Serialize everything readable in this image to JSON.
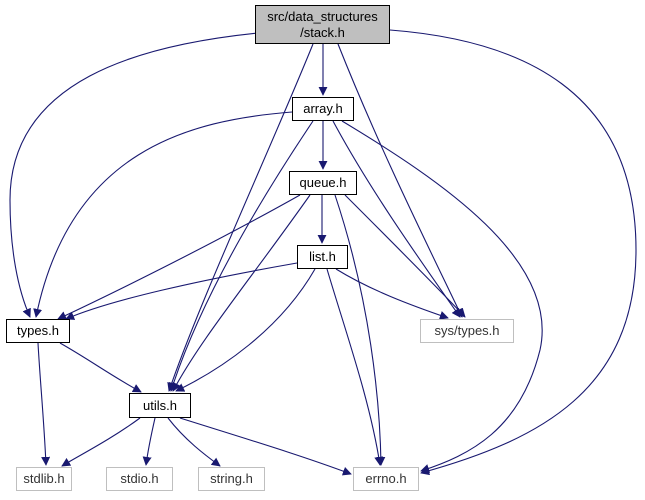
{
  "graph": {
    "nodes": [
      {
        "id": "stack",
        "lines": [
          "src/data_structures",
          "/stack.h"
        ],
        "kind": "root"
      },
      {
        "id": "array",
        "lines": [
          "array.h"
        ],
        "kind": "local"
      },
      {
        "id": "queue",
        "lines": [
          "queue.h"
        ],
        "kind": "local"
      },
      {
        "id": "list",
        "lines": [
          "list.h"
        ],
        "kind": "local"
      },
      {
        "id": "types",
        "lines": [
          "types.h"
        ],
        "kind": "local"
      },
      {
        "id": "utils",
        "lines": [
          "utils.h"
        ],
        "kind": "local"
      },
      {
        "id": "systypes",
        "lines": [
          "sys/types.h"
        ],
        "kind": "system"
      },
      {
        "id": "stdlib",
        "lines": [
          "stdlib.h"
        ],
        "kind": "system"
      },
      {
        "id": "stdio",
        "lines": [
          "stdio.h"
        ],
        "kind": "system"
      },
      {
        "id": "string",
        "lines": [
          "string.h"
        ],
        "kind": "system"
      },
      {
        "id": "errno",
        "lines": [
          "errno.h"
        ],
        "kind": "system"
      }
    ],
    "edges": [
      [
        "stack",
        "array"
      ],
      [
        "stack",
        "types"
      ],
      [
        "stack",
        "utils"
      ],
      [
        "stack",
        "systypes"
      ],
      [
        "stack",
        "errno"
      ],
      [
        "array",
        "queue"
      ],
      [
        "array",
        "types"
      ],
      [
        "array",
        "utils"
      ],
      [
        "array",
        "systypes"
      ],
      [
        "array",
        "errno"
      ],
      [
        "queue",
        "list"
      ],
      [
        "queue",
        "types"
      ],
      [
        "queue",
        "utils"
      ],
      [
        "queue",
        "systypes"
      ],
      [
        "queue",
        "errno"
      ],
      [
        "list",
        "types"
      ],
      [
        "list",
        "utils"
      ],
      [
        "list",
        "systypes"
      ],
      [
        "list",
        "errno"
      ],
      [
        "types",
        "utils"
      ],
      [
        "types",
        "stdlib"
      ],
      [
        "utils",
        "stdlib"
      ],
      [
        "utils",
        "stdio"
      ],
      [
        "utils",
        "string"
      ],
      [
        "utils",
        "errno"
      ]
    ],
    "colors": {
      "edge": "#191970",
      "root_fill": "#bfbfbf",
      "system_border": "#bfbfbf",
      "local_border": "#000000"
    }
  }
}
